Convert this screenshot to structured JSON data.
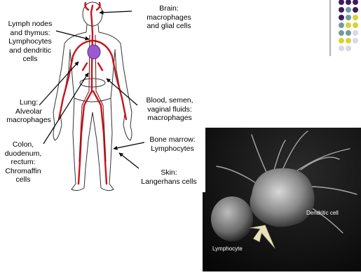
{
  "labels": {
    "brain": "Brain:\nmacrophages\nand glial cells",
    "lymph": "Lymph nodes\nand thymus:\nLymphocytes\nand dendritic\ncells",
    "lung": "Lung:\nAlveolar\nmacrophages",
    "blood": "Blood, semen,\nvaginal fluids:\nmacrophages",
    "colon": "Colon,\nduodenum,\nrectum:\nChromaffin\ncells",
    "marrow": "Bone marrow:\nLymphocytes",
    "skin": "Skin:\nLangerhans cells"
  },
  "micrograph": {
    "dendritic_label": "Dendritic cell",
    "lymphocyte_label": "Lymphocyte"
  },
  "colors": {
    "artery": "#c8141e",
    "heart": "#9b59d0",
    "dot_purple": "#3d1a5e",
    "dot_teal": "#6f9c9c",
    "dot_yellow": "#d8d335",
    "dot_gray": "#d8d8e8",
    "arrow_in_photo": "#e8e0b8"
  }
}
